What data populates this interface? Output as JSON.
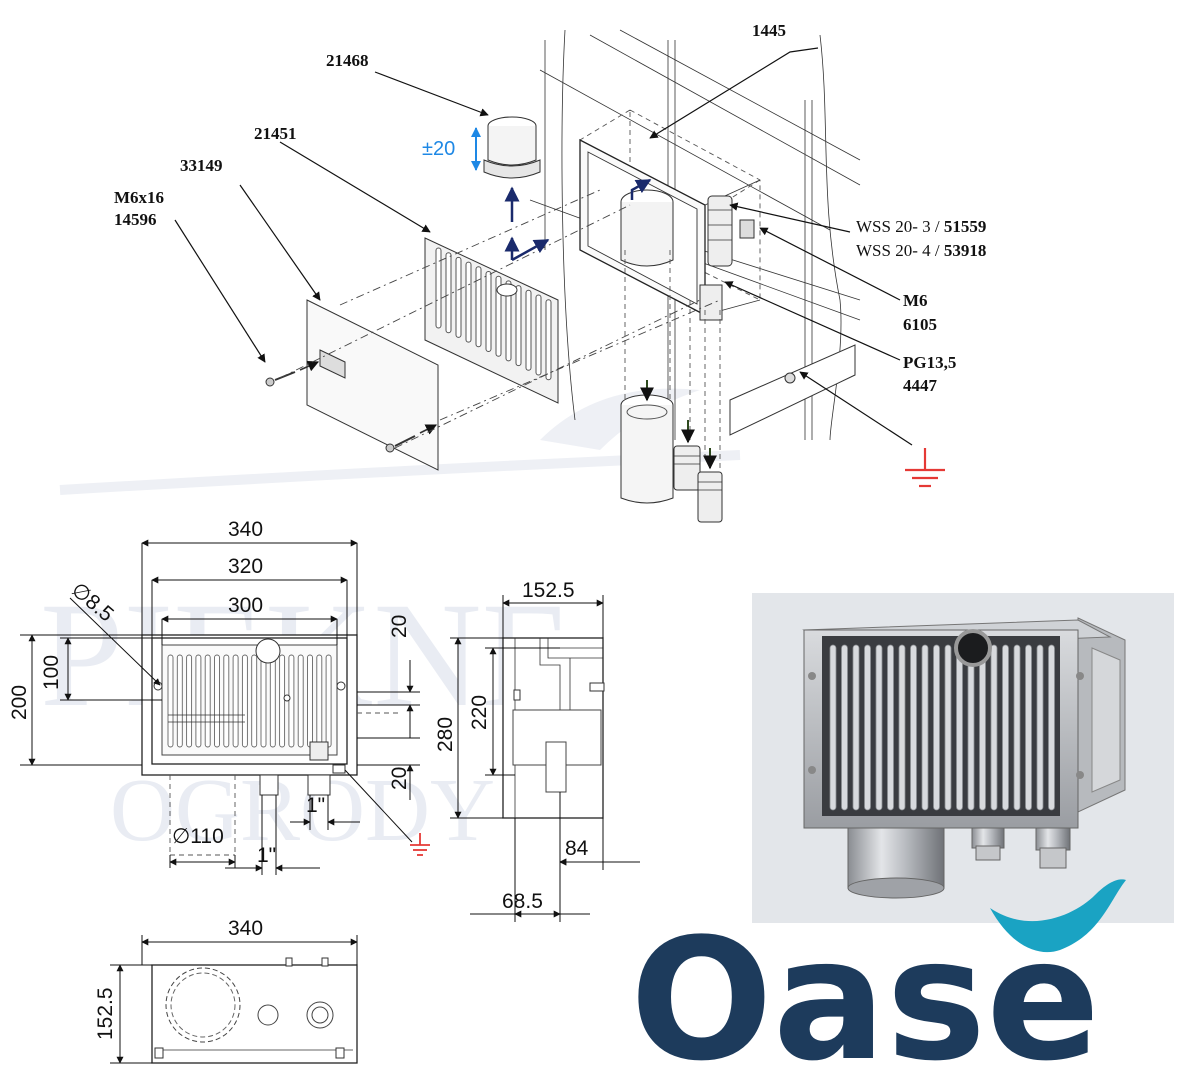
{
  "exploded_view": {
    "parts": [
      {
        "code": "1445"
      },
      {
        "code": "21468"
      },
      {
        "code": "21451"
      },
      {
        "code": "33149"
      },
      {
        "code": "M6x16",
        "code2": "14596"
      },
      {
        "name1": "WSS 20- 3",
        "code1": "51559",
        "name2": "WSS 20- 4",
        "code2": "53918"
      },
      {
        "code": "M6",
        "code2": "6105"
      },
      {
        "code": "PG13,5",
        "code2": "4447"
      }
    ],
    "adjustment_label": "±20",
    "colors": {
      "adjustment": "#1e88e5",
      "ground": "#e53935",
      "flow_arrow": "#1a2a6c"
    }
  },
  "front_view": {
    "dims": {
      "w340": "340",
      "w320": "320",
      "w300": "300",
      "dia85": "∅8.5",
      "h200": "200",
      "h100": "100",
      "r20a": "20",
      "r20b": "20",
      "dia110": "∅110",
      "inch1": "1\"",
      "inch2": "1\""
    }
  },
  "side_view": {
    "dims": {
      "w1525": "152.5",
      "h280": "280",
      "h220": "220",
      "d84": "84",
      "d685": "68.5"
    }
  },
  "bottom_view": {
    "dims": {
      "w340": "340",
      "h1525": "152.5"
    }
  },
  "watermark": {
    "line1": "PIEKNE",
    "line2": "OGRODY"
  },
  "logo": {
    "text": "Oase",
    "color": "#1d3b5c",
    "wave_color": "#1aa3c3"
  }
}
